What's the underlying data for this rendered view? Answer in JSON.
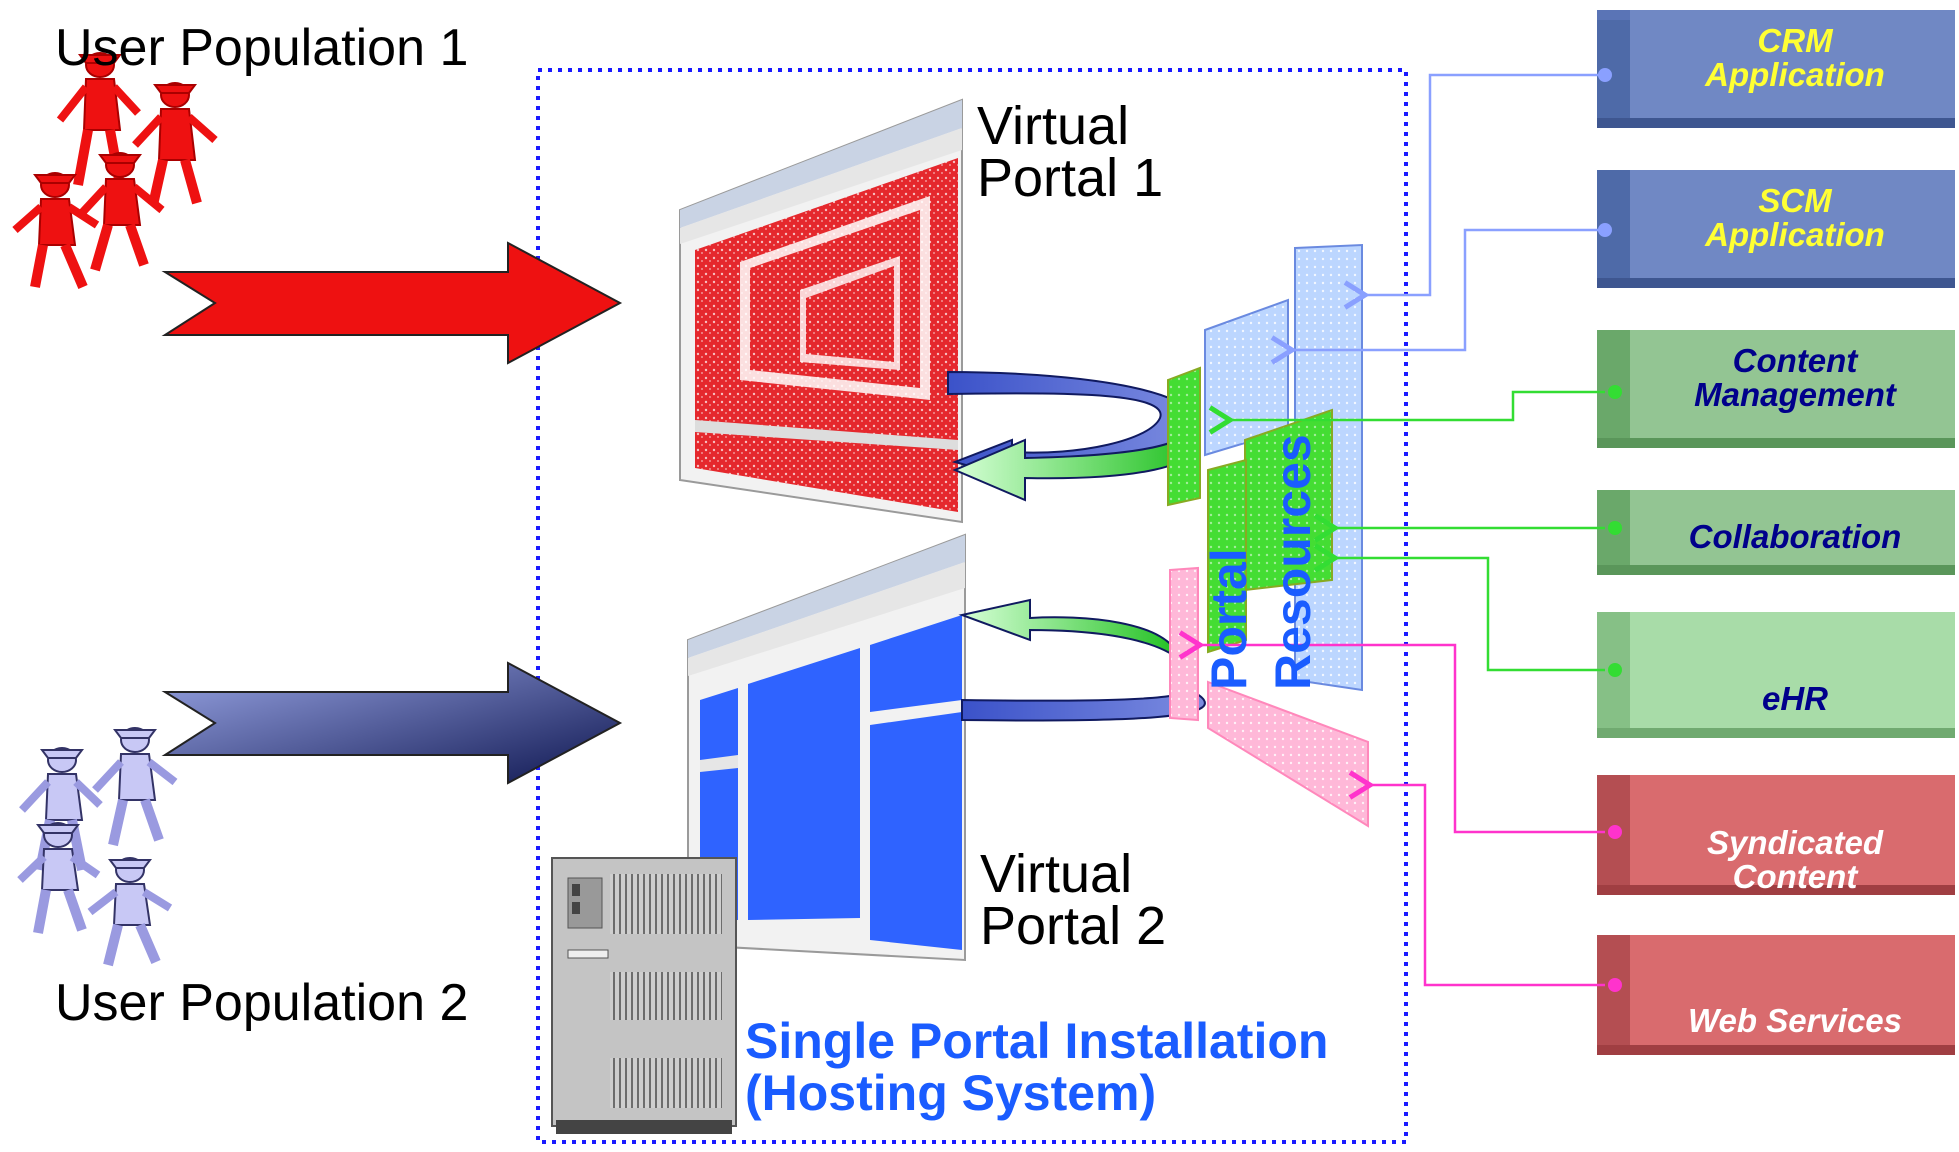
{
  "populations": [
    {
      "label": "User Population 1",
      "color": "#ee1111"
    },
    {
      "label": "User Population 2",
      "color": "#c8c8f5"
    }
  ],
  "portals": [
    {
      "label_line1": "Virtual",
      "label_line2": "Portal 1",
      "fill": "#e5282d"
    },
    {
      "label_line1": "Virtual",
      "label_line2": "Portal 2",
      "fill": "#2f63ff"
    }
  ],
  "installation": {
    "line1": "Single Portal Installation",
    "line2": "(Hosting System)",
    "color": "#1a5cff"
  },
  "portal_resources": {
    "line1": "Portal",
    "line2": "Resources"
  },
  "applications": [
    {
      "line1": "CRM",
      "line2": "Application",
      "color": "#7088c4",
      "text_color": "#ffff33",
      "connector": "#8aa0ff"
    },
    {
      "line1": "SCM",
      "line2": "Application",
      "color": "#7088c4",
      "text_color": "#ffff33",
      "connector": "#8aa0ff"
    },
    {
      "line1": "Content",
      "line2": "Management",
      "color": "#93c593",
      "text_color": "#00008b",
      "connector": "#33dd33"
    },
    {
      "line1": "",
      "line2": "Collaboration",
      "color": "#93c593",
      "text_color": "#00008b",
      "connector": "#33dd33"
    },
    {
      "line1": "",
      "line2": "eHR",
      "color": "#a8dca8",
      "text_color": "#00008b",
      "connector": "#33dd33"
    },
    {
      "line1": "Syndicated",
      "line2": "Content",
      "color": "#d96b6e",
      "text_color": "#ffffff",
      "connector": "#ff33cc"
    },
    {
      "line1": "",
      "line2": "Web Services",
      "color": "#d96b6e",
      "text_color": "#ffffff",
      "connector": "#ff33cc"
    }
  ]
}
